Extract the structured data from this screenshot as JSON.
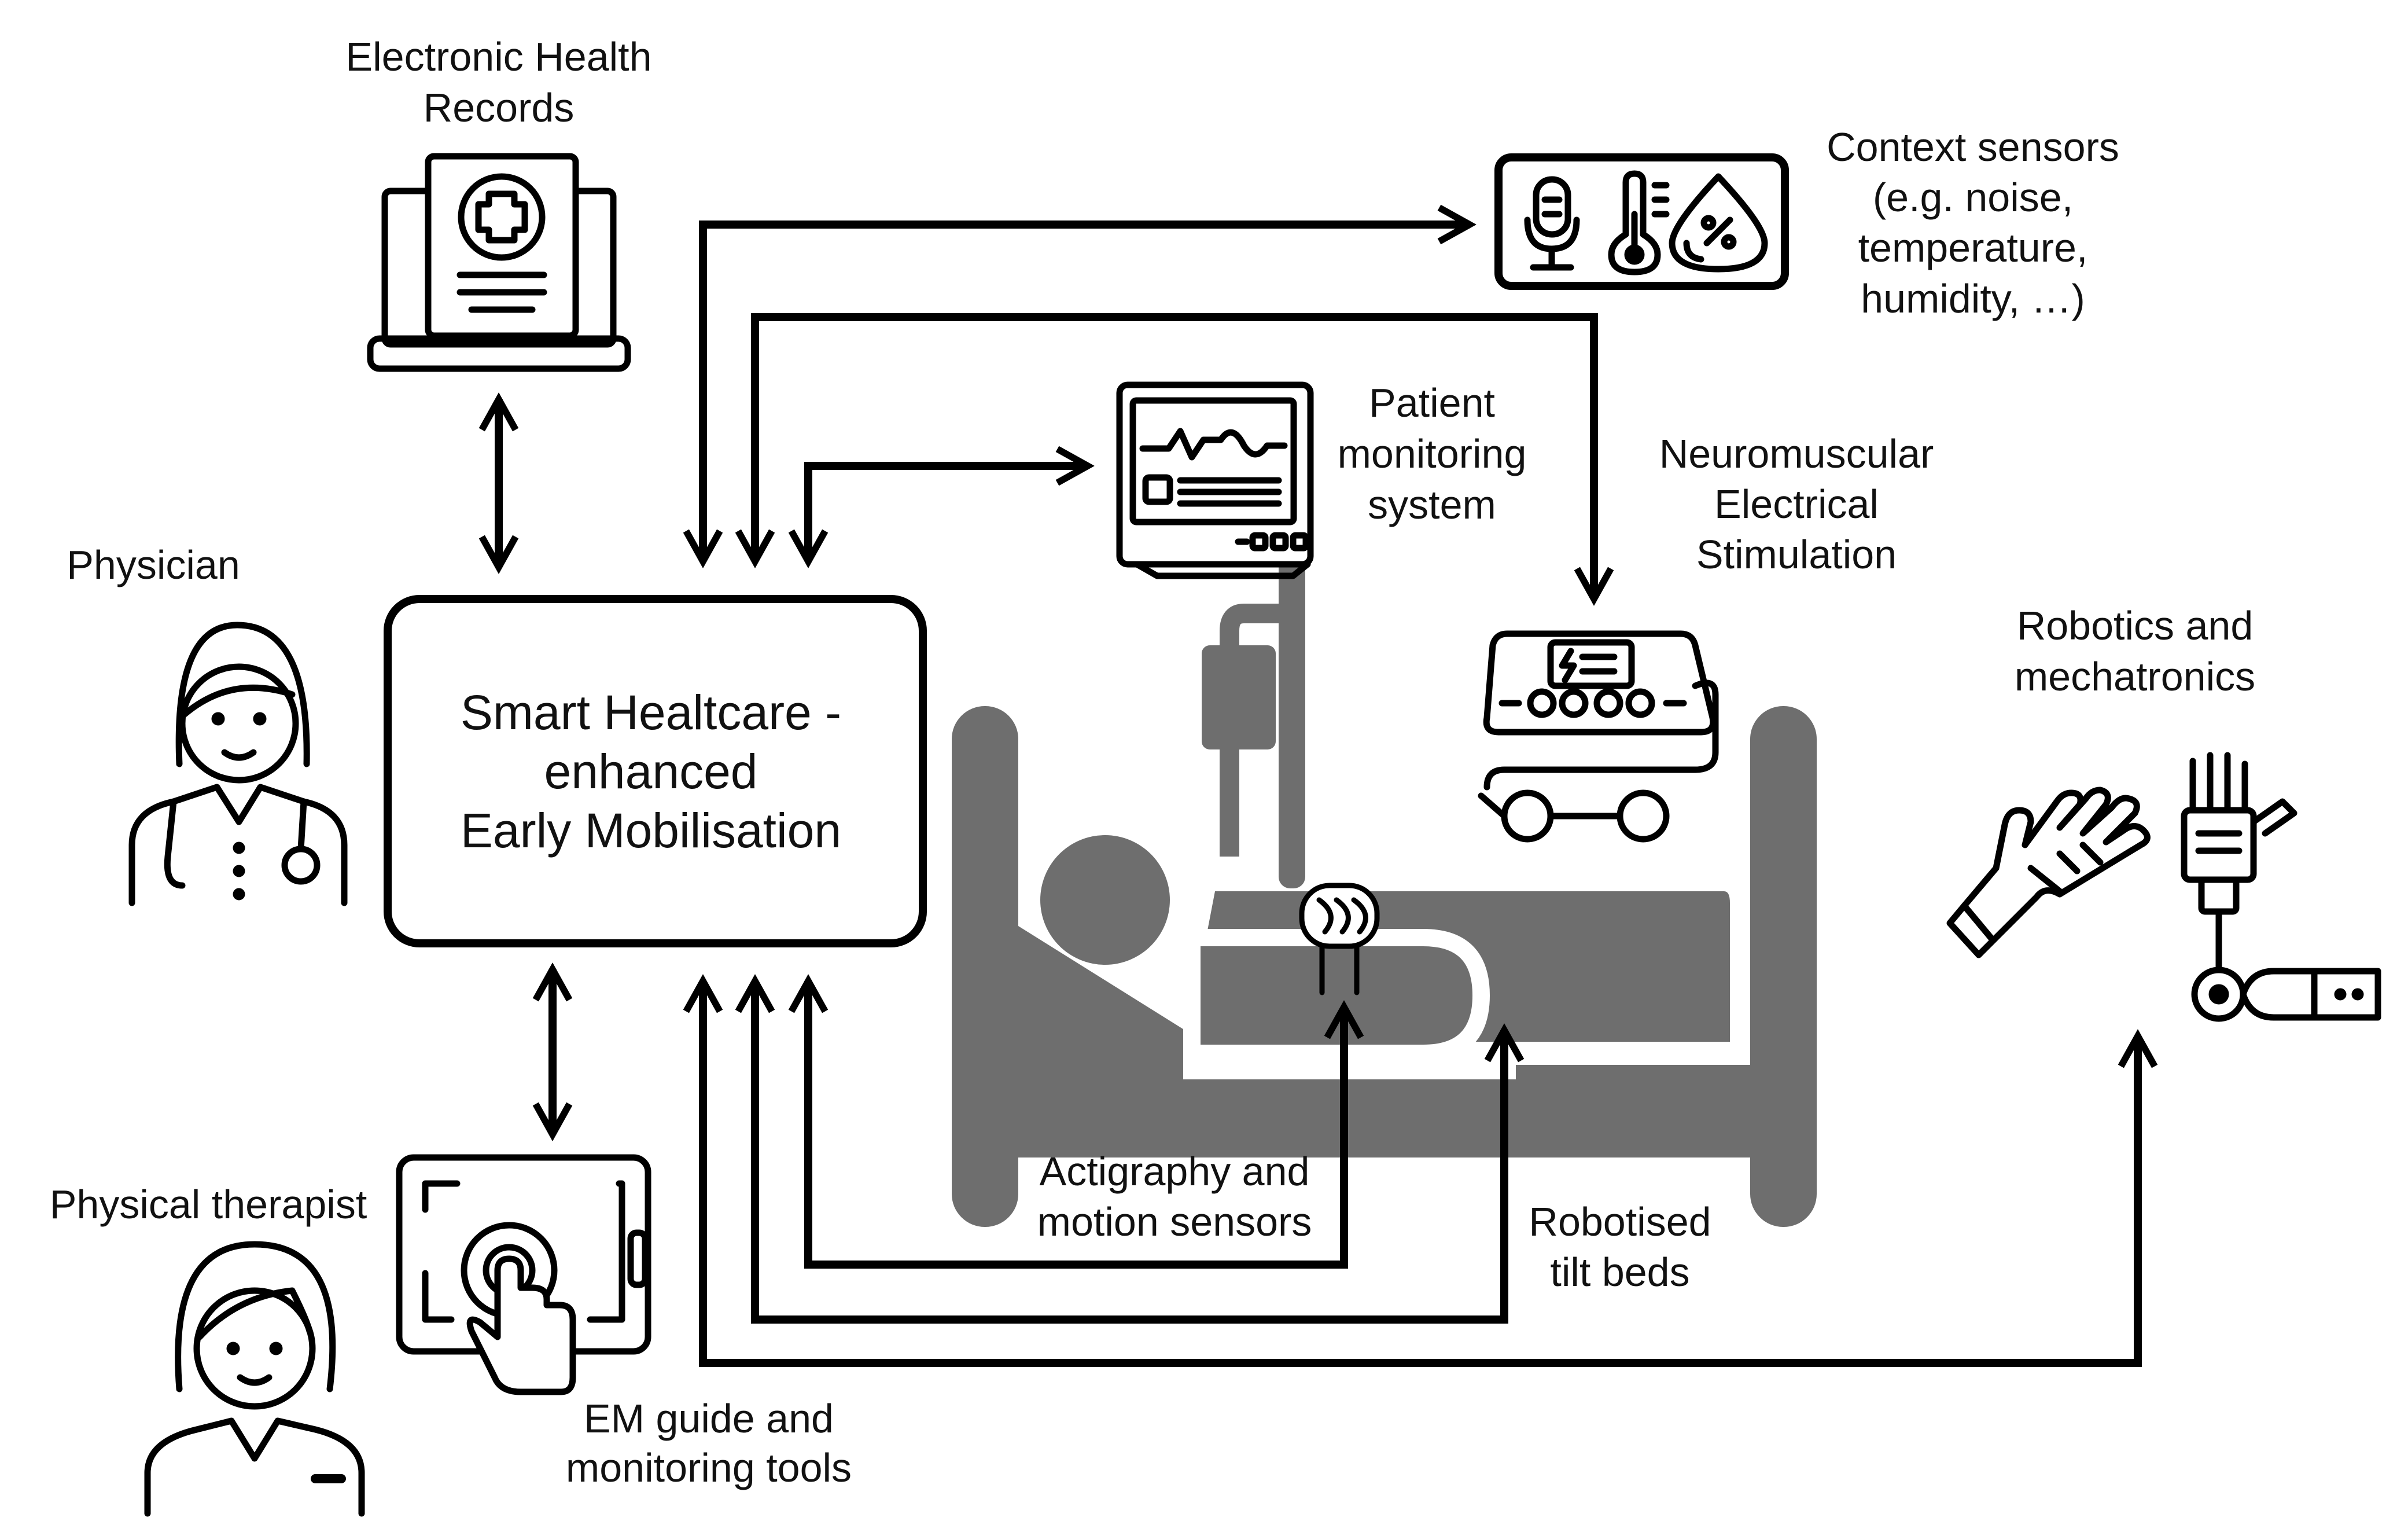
{
  "center": {
    "line1": "Smart Healtcare -",
    "line2": "enhanced",
    "line3": "Early Mobilisation"
  },
  "labels": {
    "ehr": [
      "Electronic Health",
      "Records"
    ],
    "physician": "Physician",
    "physical_therapist": "Physical therapist",
    "em_guide": [
      "EM guide and",
      "monitoring tools"
    ],
    "context": [
      "Context sensors",
      "(e.g. noise,",
      "temperature,",
      "humidity, …)"
    ],
    "patient_monitoring": [
      "Patient",
      "monitoring",
      "system"
    ],
    "nmes": [
      "Neuromuscular",
      "Electrical",
      "Stimulation"
    ],
    "robotics": [
      "Robotics and",
      "mechatronics"
    ],
    "actigraphy": [
      "Actigraphy and",
      "motion sensors"
    ],
    "tilt_beds": [
      "Robotised",
      "tilt beds"
    ]
  },
  "icons": {
    "ehr": "laptop-medical-record-icon",
    "physician": "doctor-with-stethoscope-icon",
    "therapist": "nurse-icon",
    "tablet": "tablet-touch-icon",
    "context": [
      "microphone-icon",
      "thermometer-icon",
      "humidity-drop-icon"
    ],
    "monitor": "patient-monitor-icon",
    "nmes": "nmes-device-icon",
    "robotics": [
      "robotic-glove-icon",
      "robotic-arm-icon"
    ],
    "bed": "hospital-bed-icon",
    "sensor": "motion-sensor-icon"
  },
  "colors": {
    "line": "#000000",
    "bed_gray": "#6e6e6e",
    "background": "#ffffff"
  }
}
